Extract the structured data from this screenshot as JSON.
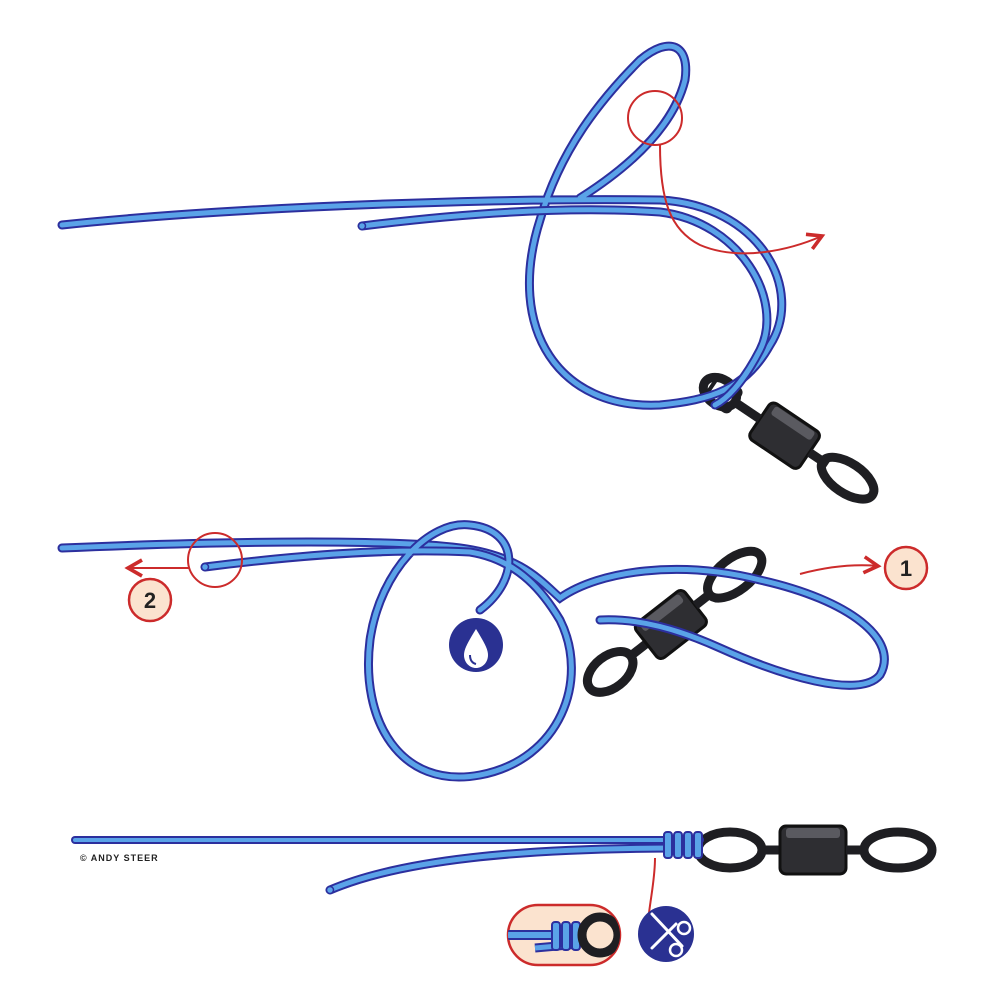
{
  "diagram": {
    "credit": "© ANDY STEER",
    "step_badges": [
      "1",
      "2"
    ],
    "icons": {
      "wet_knot": "water-drop-icon",
      "trim_tag": "scissors-icon"
    },
    "colors": {
      "line": "#5aa3e8",
      "line_edge": "#2c2f9e",
      "accent": "#cc2b2b",
      "badge_fill": "#fbe3cf",
      "icon_bg": "#2a3192",
      "hardware": "#2a2a2e"
    }
  }
}
